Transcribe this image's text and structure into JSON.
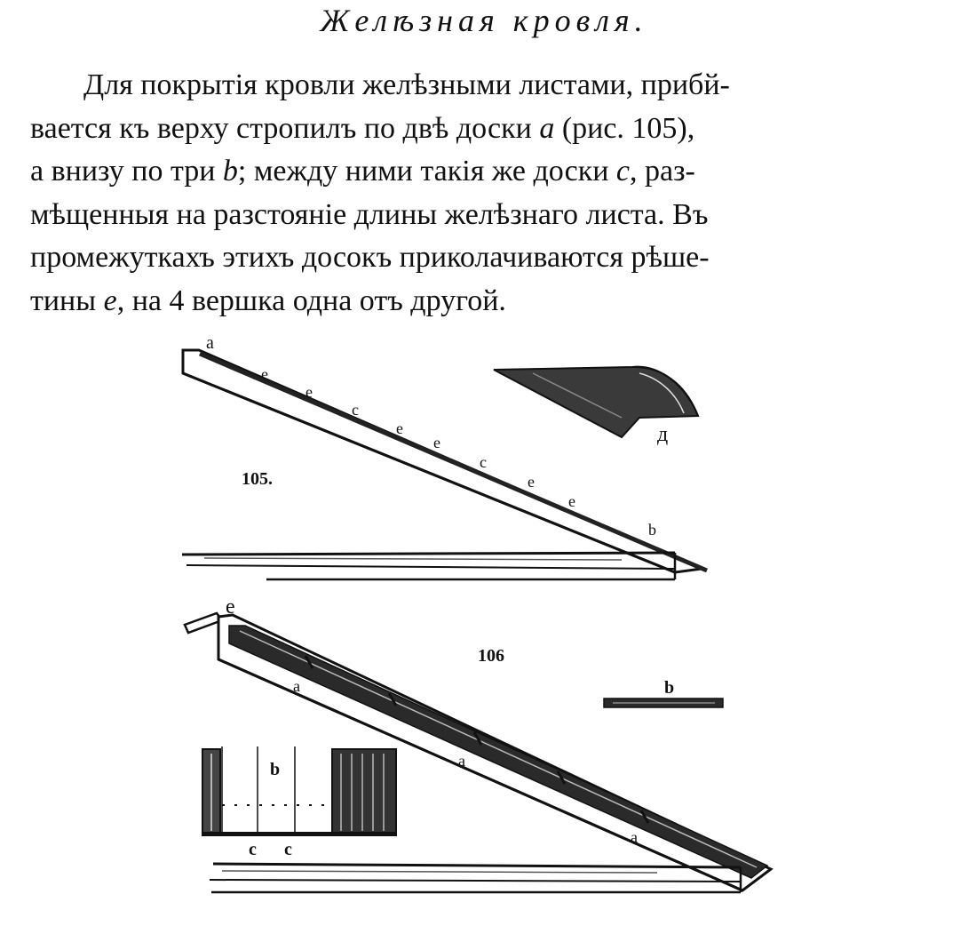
{
  "page": {
    "title": "Желѣзная кровля.",
    "paragraph": {
      "lines": [
        [
          "Для покрытія кровли желѣзными листами, прибй-",
          "",
          ""
        ],
        [
          "вается къ верху стропилъ по двѣ доски ",
          "a",
          " (рис. 105),"
        ],
        [
          "а внизу по три ",
          "b",
          "; между ними такія же доски "
        ],
        [
          "мѣщенныя на разстояніе длины желѣзнаго листа. Въ",
          "",
          ""
        ],
        [
          "промежуткахъ этихъ досокъ приколачиваются рѣше-",
          "",
          ""
        ],
        [
          "тины ",
          "e",
          ", на 4 вершка одна отъ другой."
        ]
      ],
      "line3_c": "c",
      "line3_tail": ", раз-"
    }
  },
  "figures": {
    "fig105": {
      "label": "105.",
      "a": "a",
      "b": "b",
      "d": "д",
      "e": "e",
      "c": "c"
    },
    "fig106": {
      "label": "106",
      "e": "e",
      "a": "a",
      "b": "b",
      "c": "c"
    }
  }
}
